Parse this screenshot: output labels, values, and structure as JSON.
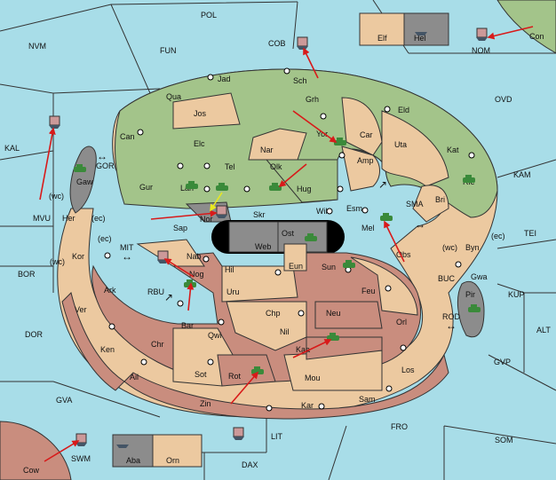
{
  "colors": {
    "sea": "#a8dde8",
    "green": "#a3c48a",
    "tan": "#ecc9a0",
    "brown": "#c98d7e",
    "gray": "#8c8c8c",
    "arrow": "#d81a1a",
    "arrow_alt": "#e8e820",
    "unit": "#3a8a3a"
  },
  "seas": [
    {
      "id": "POL",
      "label": "POL"
    },
    {
      "id": "NVM",
      "label": "NVM"
    },
    {
      "id": "FUN",
      "label": "FUN"
    },
    {
      "id": "COB",
      "label": "COB"
    },
    {
      "id": "NOM",
      "label": "NOM"
    },
    {
      "id": "OVD",
      "label": "OVD"
    },
    {
      "id": "KAL",
      "label": "KAL"
    },
    {
      "id": "MVU",
      "label": "MVU"
    },
    {
      "id": "KAM",
      "label": "KAM"
    },
    {
      "id": "TEI",
      "label": "TEI"
    },
    {
      "id": "SMA",
      "label": "SMA"
    },
    {
      "id": "BOR",
      "label": "BOR"
    },
    {
      "id": "MIT",
      "label": "MIT"
    },
    {
      "id": "GOR",
      "label": "GOR"
    },
    {
      "id": "RBU",
      "label": "RBU"
    },
    {
      "id": "BUC",
      "label": "BUC"
    },
    {
      "id": "KUP",
      "label": "KUP"
    },
    {
      "id": "ROD",
      "label": "ROD"
    },
    {
      "id": "ALT",
      "label": "ALT"
    },
    {
      "id": "DOR",
      "label": "DOR"
    },
    {
      "id": "GVP",
      "label": "GVP"
    },
    {
      "id": "GVA",
      "label": "GVA"
    },
    {
      "id": "FRO",
      "label": "FRO"
    },
    {
      "id": "SOM",
      "label": "SOM"
    },
    {
      "id": "LIT",
      "label": "LIT"
    },
    {
      "id": "SWM",
      "label": "SWM"
    },
    {
      "id": "DAX",
      "label": "DAX"
    }
  ],
  "provinces": [
    {
      "id": "Con",
      "label": "Con"
    },
    {
      "id": "Elf",
      "label": "Elf"
    },
    {
      "id": "Hel",
      "label": "Hel"
    },
    {
      "id": "Jad",
      "label": "Jad"
    },
    {
      "id": "Sch",
      "label": "Sch"
    },
    {
      "id": "Qua",
      "label": "Qua"
    },
    {
      "id": "Jos",
      "label": "Jos"
    },
    {
      "id": "Grh",
      "label": "Grh"
    },
    {
      "id": "Eld",
      "label": "Eld"
    },
    {
      "id": "Can",
      "label": "Can"
    },
    {
      "id": "Elc",
      "label": "Elc"
    },
    {
      "id": "Nar",
      "label": "Nar"
    },
    {
      "id": "Yor",
      "label": "Yor"
    },
    {
      "id": "Car",
      "label": "Car"
    },
    {
      "id": "Uta",
      "label": "Uta"
    },
    {
      "id": "Gaw",
      "label": "Gaw"
    },
    {
      "id": "Tel",
      "label": "Tel"
    },
    {
      "id": "Amp",
      "label": "Amp"
    },
    {
      "id": "Kat",
      "label": "Kat"
    },
    {
      "id": "Gur",
      "label": "Gur"
    },
    {
      "id": "Lan",
      "label": "Lan"
    },
    {
      "id": "Olk",
      "label": "Olk"
    },
    {
      "id": "Hug",
      "label": "Hug"
    },
    {
      "id": "Bri",
      "label": "Bri"
    },
    {
      "id": "Rie",
      "label": "Rie"
    },
    {
      "id": "Her",
      "label": "Her"
    },
    {
      "id": "Nor",
      "label": "Nor"
    },
    {
      "id": "Wil",
      "label": "Wil"
    },
    {
      "id": "Esm",
      "label": "Esm"
    },
    {
      "id": "Sap",
      "label": "Sap"
    },
    {
      "id": "Skr",
      "label": "Skr"
    },
    {
      "id": "Ost",
      "label": "Ost"
    },
    {
      "id": "Web",
      "label": "Web"
    },
    {
      "id": "Mel",
      "label": "Mel"
    },
    {
      "id": "Kor",
      "label": "Kor"
    },
    {
      "id": "Nab",
      "label": "Nab"
    },
    {
      "id": "Obs",
      "label": "Obs"
    },
    {
      "id": "Byn",
      "label": "Byn"
    },
    {
      "id": "Eun",
      "label": "Eun"
    },
    {
      "id": "Sun",
      "label": "Sun"
    },
    {
      "id": "Hil",
      "label": "Hil"
    },
    {
      "id": "Nog",
      "label": "Nog"
    },
    {
      "id": "Gwa",
      "label": "Gwa"
    },
    {
      "id": "Ark",
      "label": "Ark"
    },
    {
      "id": "Uru",
      "label": "Uru"
    },
    {
      "id": "Feu",
      "label": "Feu"
    },
    {
      "id": "Pir",
      "label": "Pir"
    },
    {
      "id": "Ver",
      "label": "Ver"
    },
    {
      "id": "Chp",
      "label": "Chp"
    },
    {
      "id": "Neu",
      "label": "Neu"
    },
    {
      "id": "Bar",
      "label": "Bar"
    },
    {
      "id": "Orl",
      "label": "Orl"
    },
    {
      "id": "Qwi",
      "label": "Qwi"
    },
    {
      "id": "Nil",
      "label": "Nil"
    },
    {
      "id": "Ken",
      "label": "Ken"
    },
    {
      "id": "Chr",
      "label": "Chr"
    },
    {
      "id": "Kaa",
      "label": "Kaa"
    },
    {
      "id": "Ail",
      "label": "Ail"
    },
    {
      "id": "Sot",
      "label": "Sot"
    },
    {
      "id": "Rot",
      "label": "Rot"
    },
    {
      "id": "Mou",
      "label": "Mou"
    },
    {
      "id": "Los",
      "label": "Los"
    },
    {
      "id": "Zin",
      "label": "Zin"
    },
    {
      "id": "Kar",
      "label": "Kar"
    },
    {
      "id": "Sam",
      "label": "Sam"
    },
    {
      "id": "Cow",
      "label": "Cow"
    },
    {
      "id": "Aba",
      "label": "Aba"
    },
    {
      "id": "Orn",
      "label": "Orn"
    }
  ],
  "coast_labels": [
    {
      "id": "her-wc",
      "label": "(wc)"
    },
    {
      "id": "her-ec",
      "label": "(ec)"
    },
    {
      "id": "kor-ec",
      "label": "(ec)"
    },
    {
      "id": "kor-wc",
      "label": "(wc)"
    },
    {
      "id": "byn-wc",
      "label": "(wc)"
    },
    {
      "id": "byn-ec",
      "label": "(ec)"
    }
  ],
  "crossings": [
    {
      "id": "gor-arrow",
      "label": "↔"
    },
    {
      "id": "mit-arrow",
      "label": "↔"
    },
    {
      "id": "rbu-arrow",
      "label": "↗"
    },
    {
      "id": "sma-arrow",
      "label": "↗"
    },
    {
      "id": "sma-arrow-2",
      "label": "↔"
    },
    {
      "id": "rod-arrow",
      "label": "↔"
    }
  ]
}
